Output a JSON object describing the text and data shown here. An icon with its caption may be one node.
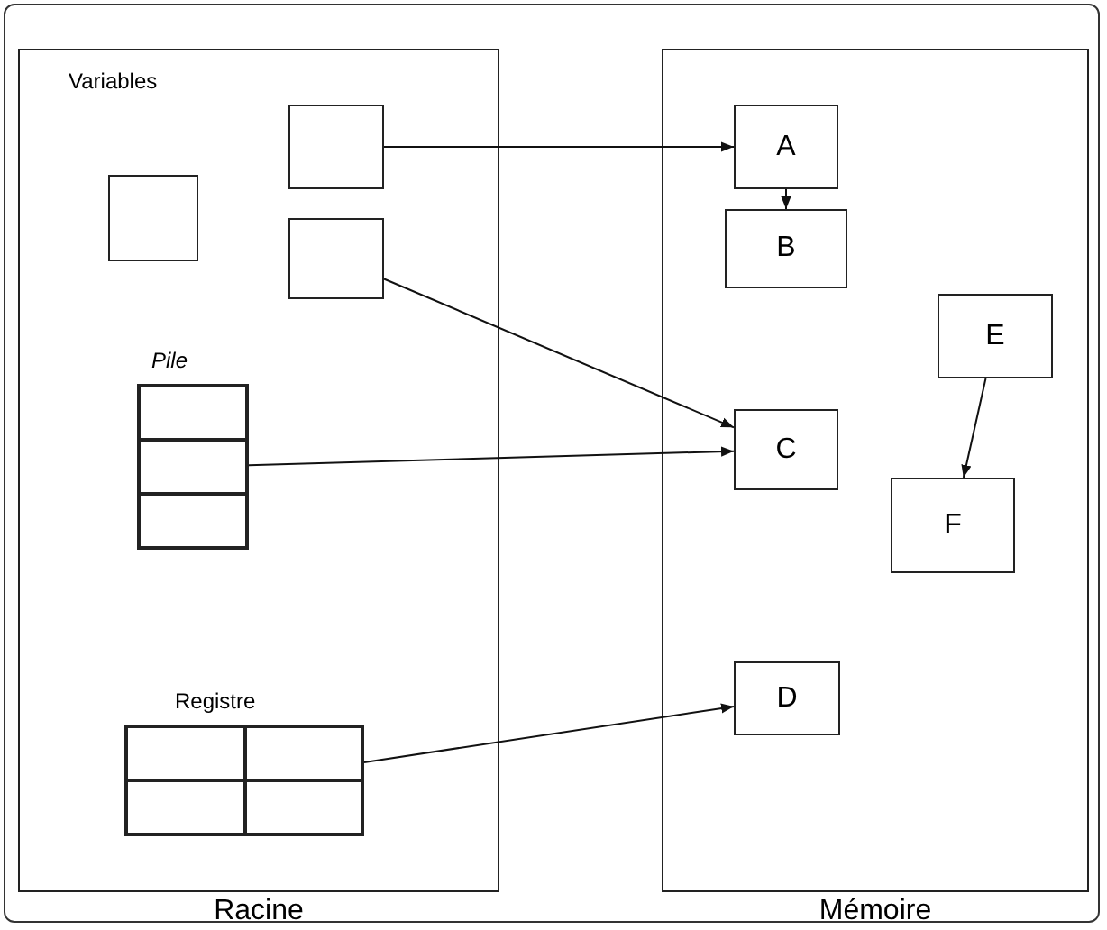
{
  "diagram": {
    "nodes": [
      {
        "text": [
          "Racine"
        ]
      },
      {
        "text": [],
        "shape": "box",
        "in": 0
      },
      {
        "text": [],
        "shape": "box",
        "in": 0
      },
      {
        "text": [],
        "shape": "box",
        "in": 0
      },
      {
        "text": [
          "Pile"
        ],
        "in": 0
      },
      {
        "text": [
          "Registre"
        ],
        "in": 0
      },
      {
        "text": [
          "Mémoire"
        ]
      },
      {
        "text": [
          "A"
        ],
        "in": 6
      },
      {
        "text": [
          "B"
        ],
        "in": 6
      },
      {
        "text": [
          "E"
        ],
        "in": 6
      },
      {
        "text": [
          "C"
        ],
        "in": 6
      },
      {
        "text": [
          "F"
        ],
        "in": 6
      },
      {
        "text": [
          "D"
        ],
        "in": 6
      }
    ],
    "edges": [
      {
        "from": 1,
        "to": 7,
        "arrow": "to"
      },
      {
        "from": 7,
        "to": 8,
        "arrow": "to"
      },
      {
        "from": 3,
        "to": 10,
        "arrow": "to"
      },
      {
        "from": 4,
        "to": 10,
        "arrow": "to"
      },
      {
        "from": 9,
        "to": 11,
        "arrow": "to"
      },
      {
        "from": 5,
        "to": 12,
        "arrow": "to"
      }
    ],
    "labels": [
      "Variables"
    ]
  }
}
